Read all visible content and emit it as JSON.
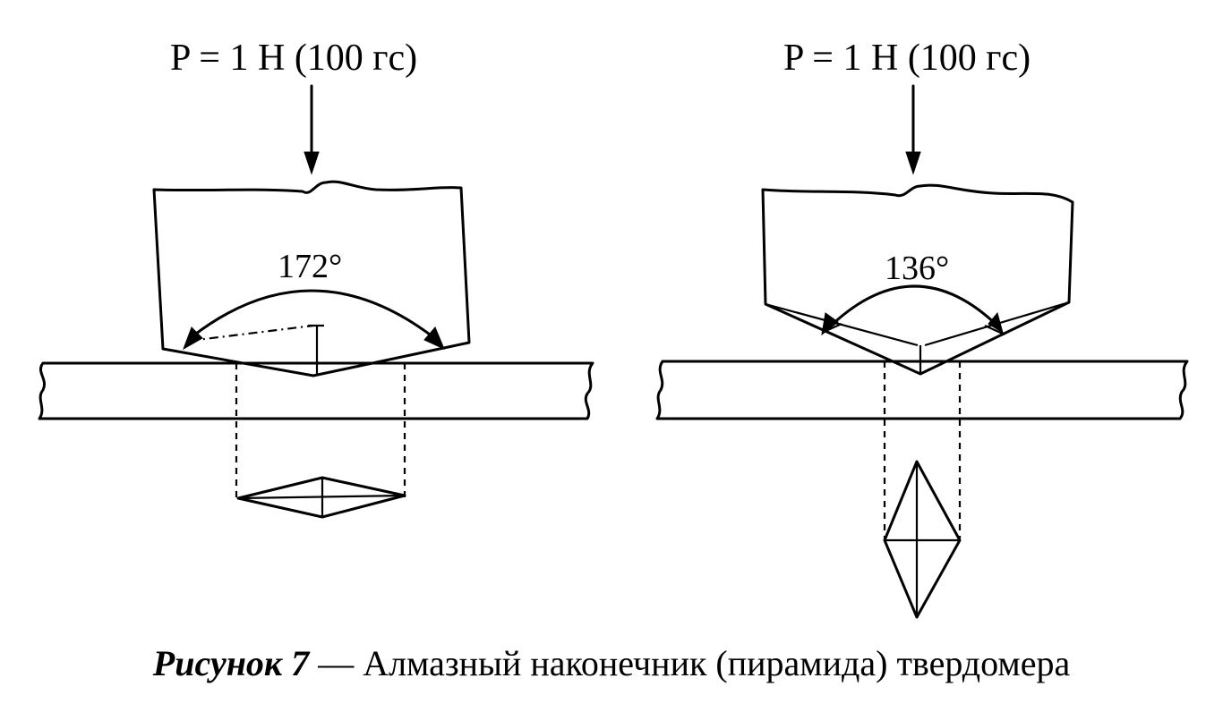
{
  "left_tip": {
    "load_label": "P = 1 Н (100 гс)",
    "angle_label": "172°"
  },
  "right_tip": {
    "load_label": "P = 1 Н (100 гс)",
    "angle_label": "136°"
  },
  "caption": {
    "figure_number": "Рисунок 7",
    "separator": " — ",
    "text": "Алмазный наконечник (пирамида) твердомера"
  }
}
